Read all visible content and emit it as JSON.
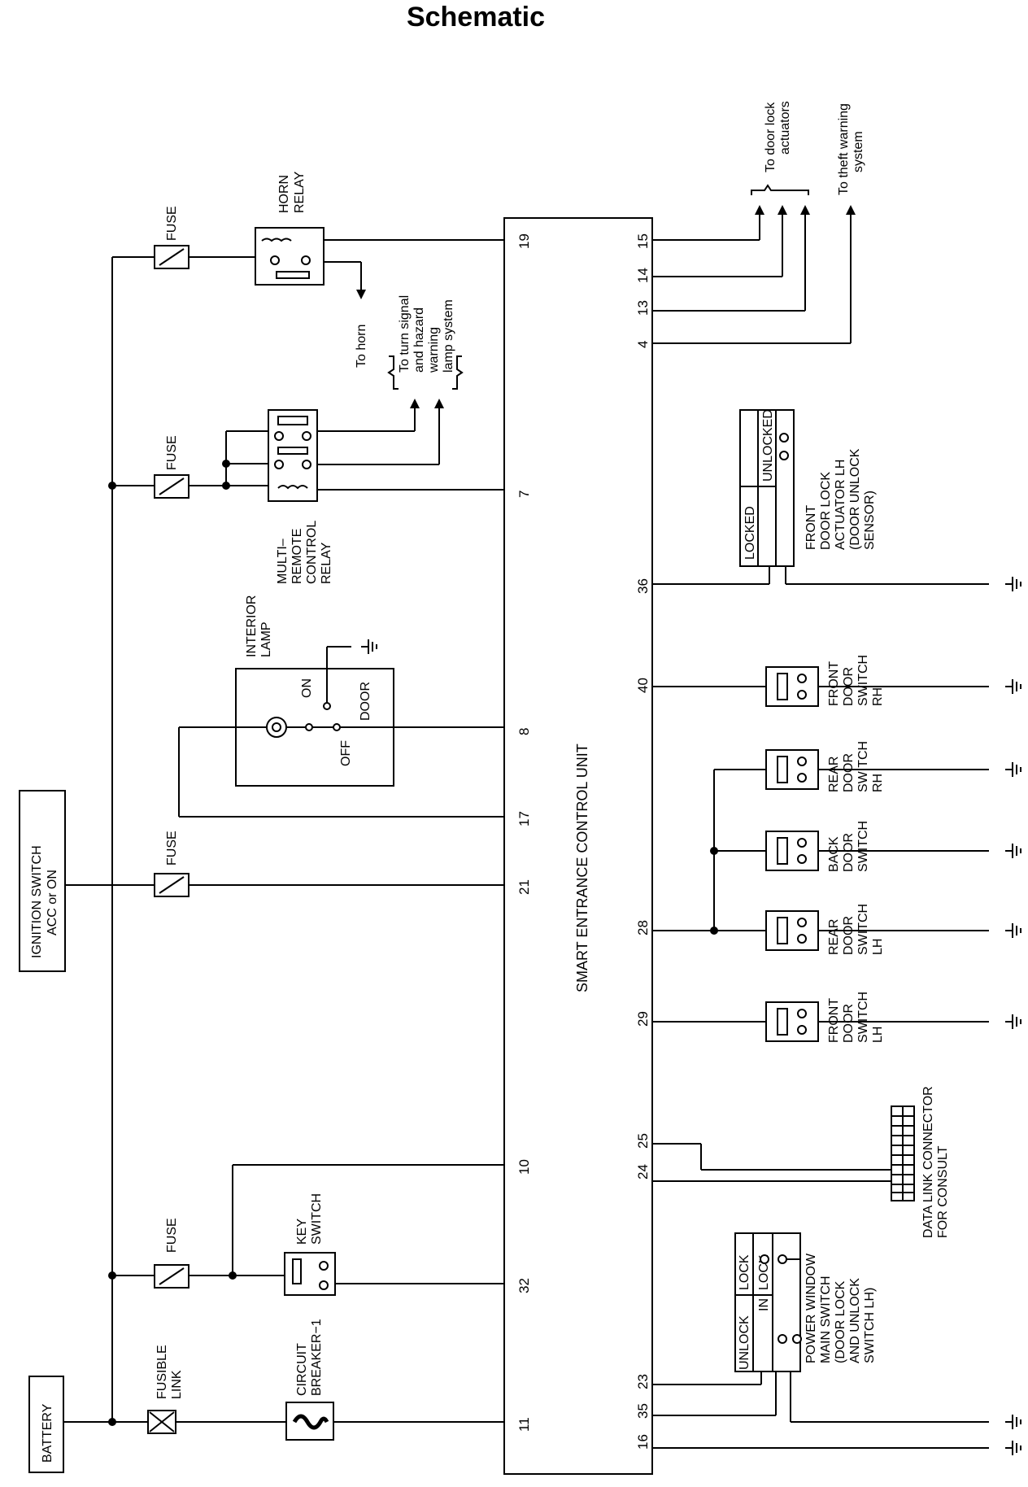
{
  "title": "Schematic",
  "components": {
    "battery": "BATTERY",
    "ignition_switch": [
      "IGNITION SWITCH",
      "ACC or ON"
    ],
    "fuse": "FUSE",
    "fusible_link": [
      "FUSIBLE",
      "LINK"
    ],
    "circuit_breaker": [
      "CIRCUIT",
      "BREAKER−1"
    ],
    "key_switch": [
      "KEY",
      "SWITCH"
    ],
    "horn_relay": [
      "HORN",
      "RELAY"
    ],
    "multi_remote_relay": [
      "MULTI–",
      "REMOTE",
      "CONTROL",
      "RELAY"
    ],
    "interior_lamp": [
      "INTERIOR",
      "LAMP"
    ],
    "lamp_on": "ON",
    "lamp_off": "OFF",
    "lamp_door": "DOOR",
    "control_unit": "SMART ENTRANCE CONTROL UNIT",
    "front_door_lock_actuator": [
      "FRONT",
      "DOOR LOCK",
      "ACTUATOR LH",
      "(DOOR UNLOCK",
      "SENSOR)"
    ],
    "front_door_switch_rh": [
      "FRONT",
      "DOOR",
      "SWITCH",
      "RH"
    ],
    "rear_door_switch_rh": [
      "REAR",
      "DOOR",
      "SWITCH",
      "RH"
    ],
    "back_door_switch": [
      "BACK",
      "DOOR",
      "SWITCH"
    ],
    "rear_door_switch_lh": [
      "REAR",
      "DOOR",
      "SWITCH",
      "LH"
    ],
    "front_door_switch_lh": [
      "FRONT",
      "DOOR",
      "SWITCH",
      "LH"
    ],
    "data_link_connector": [
      "DATA LINK CONNECTOR",
      "FOR CONSULT"
    ],
    "power_window_switch": [
      "POWER WINDOW",
      "MAIN SWITCH",
      "(DOOR LOCK",
      "AND UNLOCK",
      "SWITCH LH)"
    ],
    "locked": "LOCKED",
    "unlocked": "UNLOCKED",
    "unlock": "UNLOCK",
    "lock": "LOCK",
    "in": "IN"
  },
  "annotations": {
    "to_horn": "To horn",
    "to_turn_signal": [
      "To turn signal",
      "and hazard",
      "warning",
      "lamp system"
    ],
    "to_door_lock_actuators": [
      "To door lock",
      "actuators"
    ],
    "to_theft_warning": [
      "To theft warning",
      "system"
    ]
  },
  "pins": {
    "left": [
      "19",
      "7",
      "8",
      "17",
      "21",
      "10",
      "32",
      "11"
    ],
    "right": [
      "15",
      "14",
      "13",
      "4",
      "36",
      "40",
      "28",
      "29",
      "25",
      "24",
      "23",
      "35",
      "16"
    ]
  }
}
